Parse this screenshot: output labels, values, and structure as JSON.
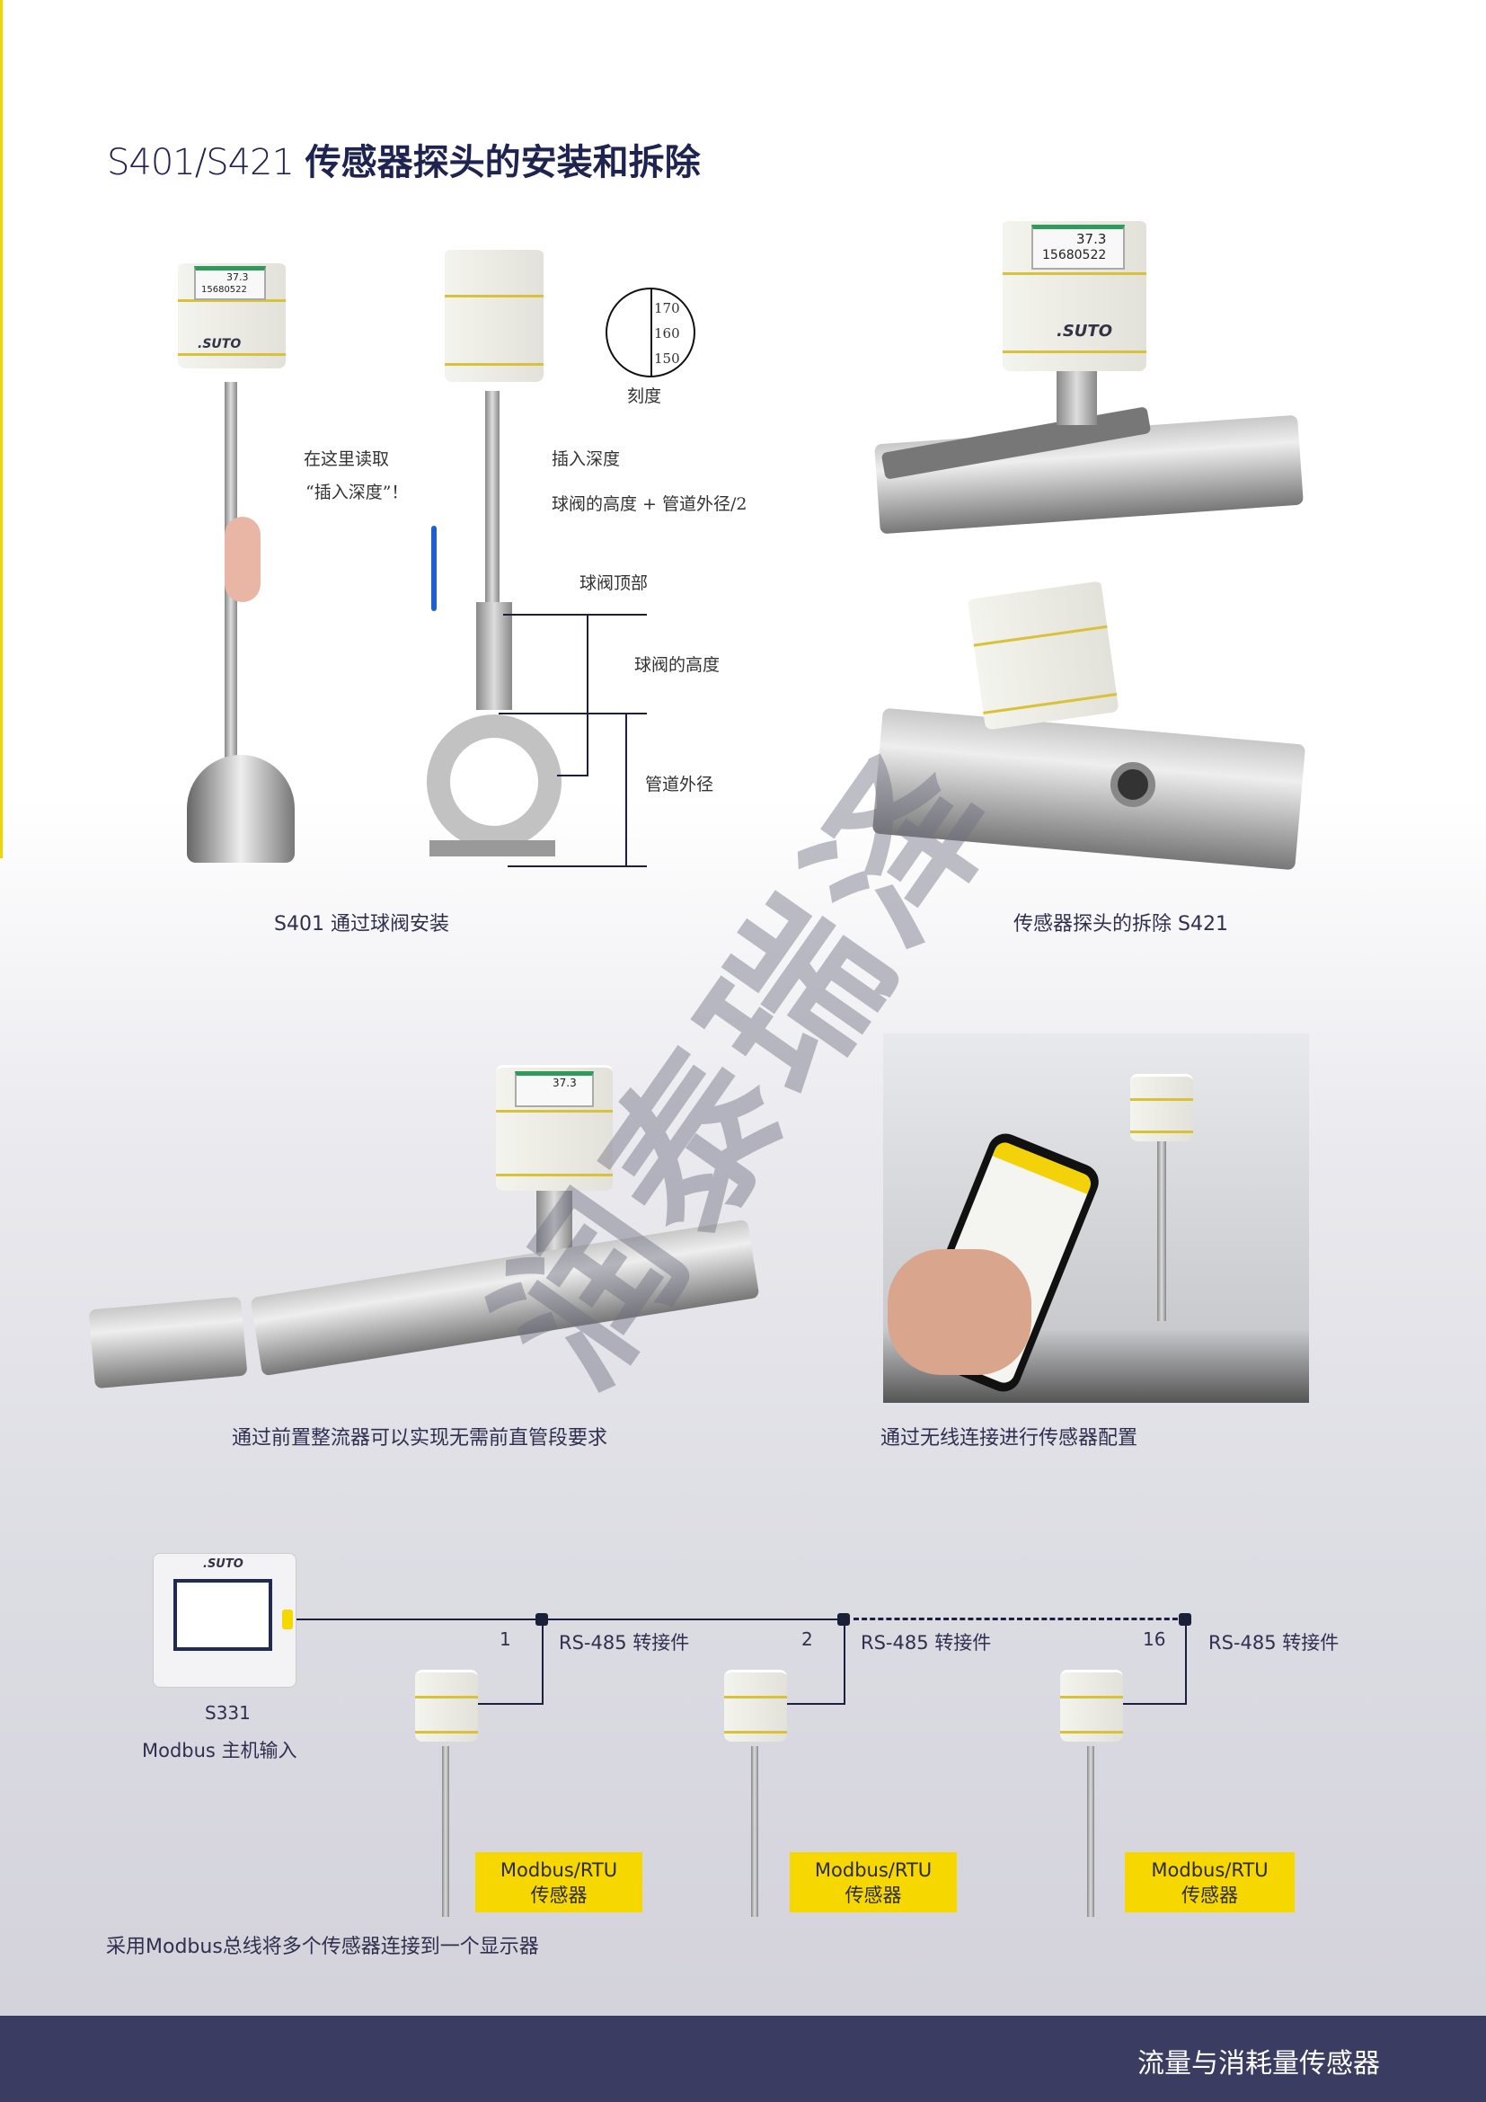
{
  "title": {
    "model": "S401/S421",
    "text": "传感器探头的安装和拆除"
  },
  "diagram": {
    "read_here": "在这里读取",
    "insert_depth_quote": "“插入深度”！",
    "insert_depth": "插入深度",
    "formula": "球阀的高度 + 管道外径/2",
    "valve_top": "球阀顶部",
    "valve_height": "球阀的高度",
    "pipe_od": "管道外径",
    "scale_label": "刻度",
    "scale_ticks": [
      "170",
      "160",
      "150"
    ]
  },
  "sensor": {
    "logo": ".SUTO",
    "screen_value": "37.3",
    "screen_total": "15680522"
  },
  "captions": {
    "s401": "S401 通过球阀安装",
    "s421": "传感器探头的拆除  S421",
    "straightener": "通过前置整流器可以实现无需前直管段要求",
    "wireless": "通过无线连接进行传感器配置",
    "bus": "采用Modbus总线将多个传感器连接到一个显示器"
  },
  "bus": {
    "host_model": "S331",
    "host_label": "Modbus 主机输入",
    "nodes": [
      {
        "number": "1",
        "connector": "RS-485 转接件",
        "sensor": "Modbus/RTU",
        "sensor2": "传感器"
      },
      {
        "number": "2",
        "connector": "RS-485 转接件",
        "sensor": "Modbus/RTU",
        "sensor2": "传感器"
      },
      {
        "number": "16",
        "connector": "RS-485 转接件",
        "sensor": "Modbus/RTU",
        "sensor2": "传感器"
      }
    ]
  },
  "watermark": "润泰瑞泽",
  "footer": {
    "text": "流量与消耗量传感器"
  },
  "colors": {
    "accent_yellow": "#f7d700",
    "footer_bg": "#3b3c62",
    "title": "#1f2350"
  }
}
